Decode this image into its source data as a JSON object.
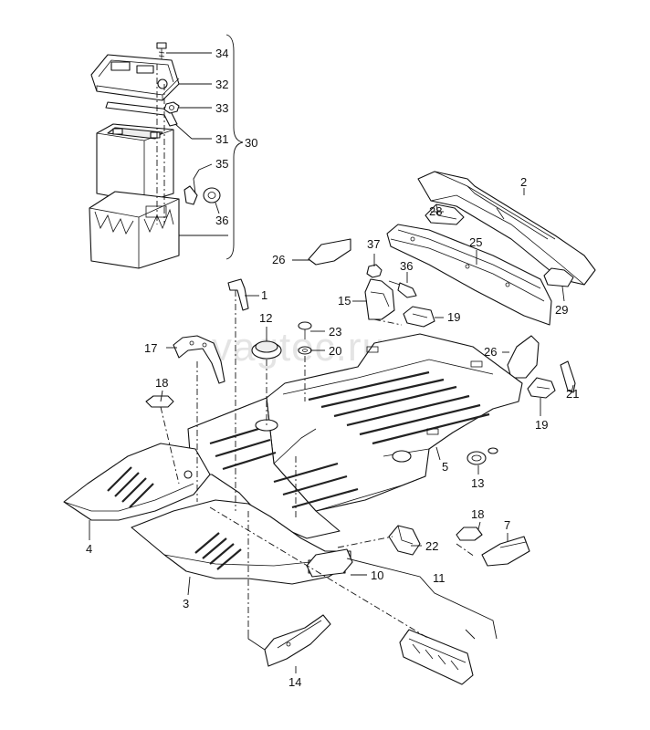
{
  "watermark": "vagtec.ru",
  "callouts": {
    "c1": "1",
    "c2": "2",
    "c3": "3",
    "c4": "4",
    "c5": "5",
    "c7": "7",
    "c10": "10",
    "c11": "11",
    "c12": "12",
    "c13": "13",
    "c14": "14",
    "c15": "15",
    "c17": "17",
    "c18a": "18",
    "c18b": "18",
    "c19a": "19",
    "c19b": "19",
    "c20": "20",
    "c21": "21",
    "c22": "22",
    "c23": "23",
    "c25": "25",
    "c26a": "26",
    "c26b": "26",
    "c28": "28",
    "c29": "29",
    "c30": "30",
    "c31": "31",
    "c32": "32",
    "c33": "33",
    "c34": "34",
    "c35": "35",
    "c36a": "36",
    "c36b": "36",
    "c37": "37"
  }
}
